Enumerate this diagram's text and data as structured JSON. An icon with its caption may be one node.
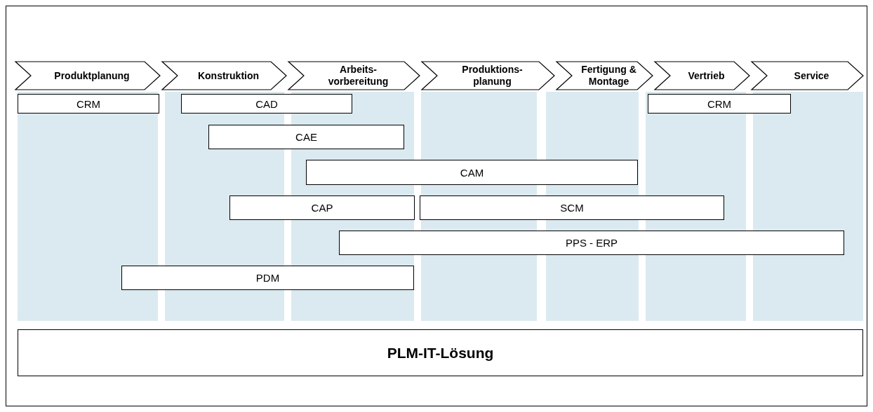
{
  "diagram": {
    "nodes": [
      {
        "text": [
          "Produktplanung"
        ]
      },
      {
        "text": [
          "Konstruktion"
        ]
      },
      {
        "text": [
          "Arbeits- vorbereitung"
        ]
      },
      {
        "text": [
          "Produktions- planung"
        ]
      },
      {
        "text": [
          "Fertigung & Montage"
        ]
      },
      {
        "text": [
          "Vertrieb"
        ]
      },
      {
        "text": [
          "Service"
        ]
      },
      {
        "text": [
          "CRM"
        ]
      },
      {
        "text": [
          "CAD"
        ]
      },
      {
        "text": [
          "CRM"
        ]
      },
      {
        "text": [
          "CAE"
        ]
      },
      {
        "text": [
          "CAM"
        ]
      },
      {
        "text": [
          "CAP"
        ]
      },
      {
        "text": [
          "SCM"
        ]
      },
      {
        "text": [
          "PPS - ERP"
        ]
      },
      {
        "text": [
          "PDM"
        ]
      },
      {
        "text": [
          "PLM-IT-Lösung"
        ]
      }
    ]
  }
}
